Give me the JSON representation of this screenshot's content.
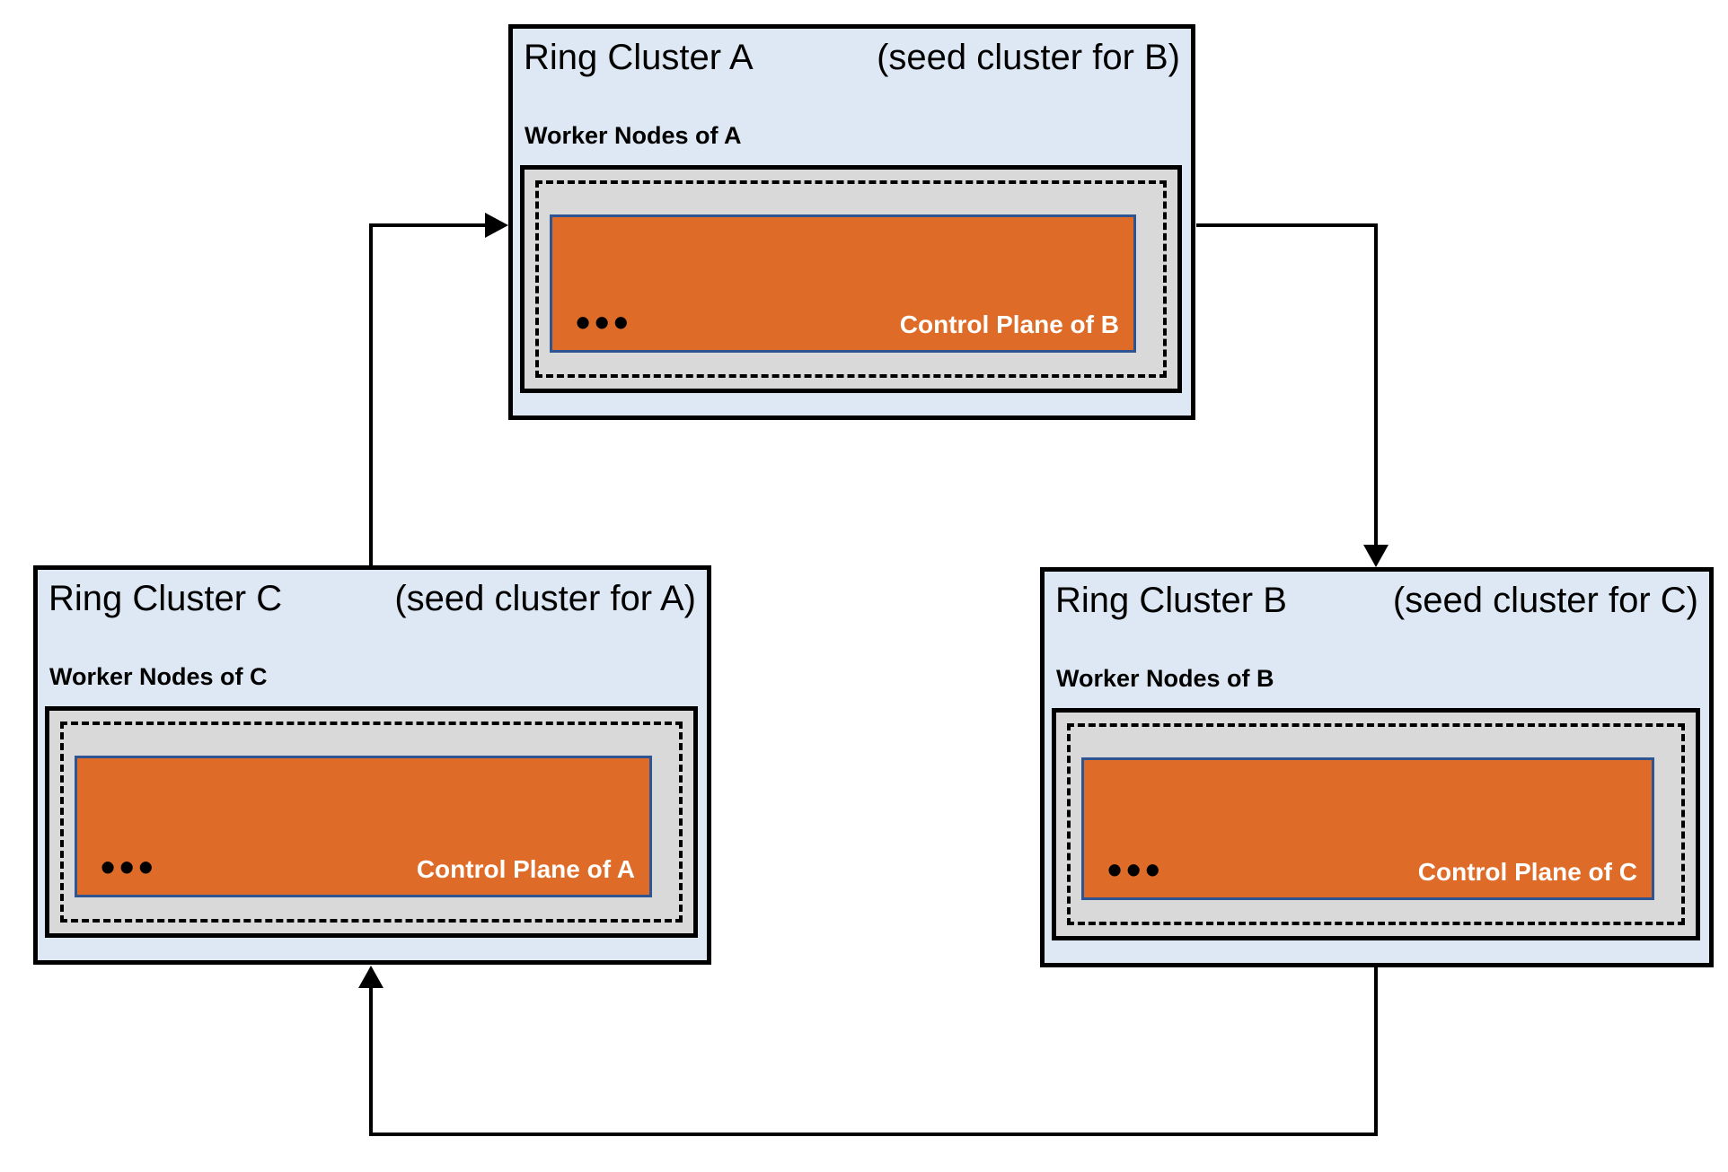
{
  "clusters": [
    {
      "id": "A",
      "title": "Ring Cluster A",
      "seed_note": "(seed cluster for B)",
      "worker_label": "Worker Nodes of A",
      "dots": "•••",
      "control_plane_label": "Control Plane of B"
    },
    {
      "id": "C",
      "title": "Ring Cluster C",
      "seed_note": "(seed cluster for A)",
      "worker_label": "Worker Nodes of C",
      "dots": "•••",
      "control_plane_label": "Control Plane of A"
    },
    {
      "id": "B",
      "title": "Ring Cluster B",
      "seed_note": "(seed cluster for C)",
      "worker_label": "Worker Nodes of B",
      "dots": "•••",
      "control_plane_label": "Control Plane of C"
    }
  ],
  "arrows": [
    {
      "from": "Ring Cluster C",
      "to": "Ring Cluster A"
    },
    {
      "from": "Ring Cluster A",
      "to": "Ring Cluster B"
    },
    {
      "from": "Ring Cluster B",
      "to": "Ring Cluster C"
    }
  ],
  "colors": {
    "cluster_background": "#dde8f4",
    "worker_nodes_background": "#d9d9d9",
    "control_plane_background": "#de6c28",
    "control_plane_border": "#2e5591",
    "outline": "#000000",
    "control_plane_text": "#ffffff"
  }
}
